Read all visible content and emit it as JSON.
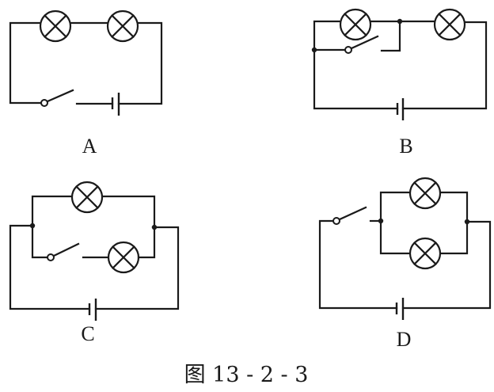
{
  "figure": {
    "caption": "图 13 - 2 - 3",
    "circuits": [
      {
        "label": "A",
        "description": "Two lamps in series with an open switch and a battery"
      },
      {
        "label": "B",
        "description": "Two lamps in series; open switch connected across the first lamp"
      },
      {
        "label": "C",
        "description": "Two lamps in parallel; open switch in series with the lower lamp branch"
      },
      {
        "label": "D",
        "description": "Two lamps in parallel; open switch in the main line"
      }
    ]
  }
}
